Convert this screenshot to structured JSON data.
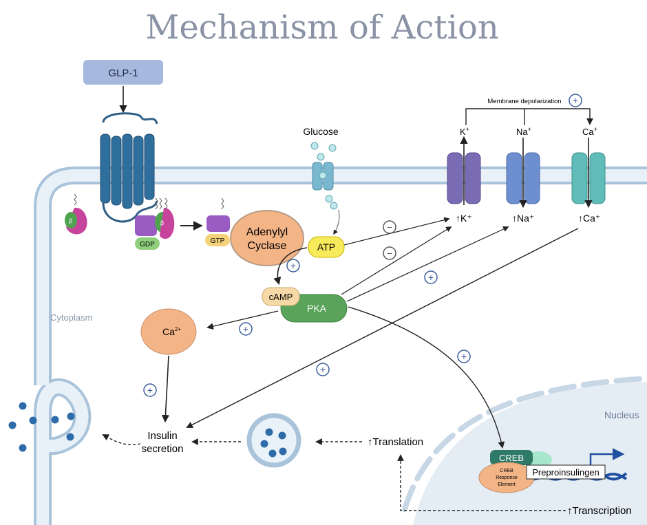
{
  "title": "Mechanism of Action",
  "labels": {
    "glp1": "GLP-1",
    "gdp": "GDP",
    "gtp": "GTP",
    "beta": "β",
    "adenylyl_line1": "Adenylyl",
    "adenylyl_line2": "Cyclase",
    "glucose": "Glucose",
    "atp": "ATP",
    "camp": "cAMP",
    "pka": "PKA",
    "cytoplasm": "Cytoplasm",
    "calcium": "Ca",
    "calcium_sup": "2+",
    "insulin_line1": "Insulin",
    "insulin_line2": "secretion",
    "translation": "↑Translation",
    "transcription": "↑Transcription",
    "nucleus": "Nucleus",
    "creb": "CREB",
    "creb_element_line1": "CREB",
    "creb_element_line2": "Response",
    "creb_element_line3": "Element",
    "preproinsulin": "Preproinsulingen",
    "membrane_depolarization": "Membrane depolarization",
    "plus": "+",
    "minus": "−"
  },
  "channels": [
    {
      "ion": "K",
      "sup": "+",
      "out_label": "↑K⁺",
      "color": "#7a6bb5"
    },
    {
      "ion": "Na",
      "sup": "+",
      "out_label": "↑Na⁺",
      "color": "#6d8fcf"
    },
    {
      "ion": "Ca",
      "sup": "+",
      "out_label": "↑Ca⁺",
      "color": "#5fbcb8"
    }
  ],
  "colors": {
    "membrane": "#dbe8f3",
    "membrane_edge": "#a9c3da",
    "nucleus": "#e4ecf4",
    "receptor": "#2f5f86",
    "pka": "#5aa35a",
    "camp": "#f6d9a6",
    "atp": "#f7ea5b",
    "calcium": "#f3b486",
    "adenylyl": "#f3b486",
    "glp1": "#a7b8de",
    "granule": "#2d6ca8",
    "creb": "#2f7a66"
  }
}
